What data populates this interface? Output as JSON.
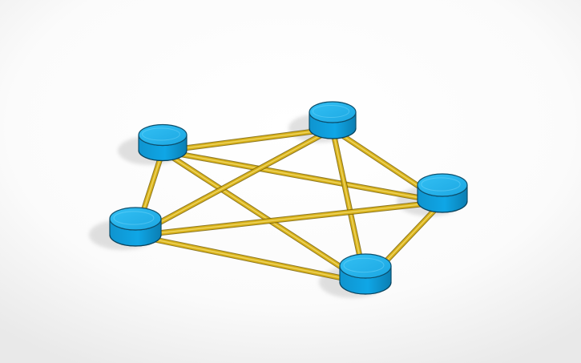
{
  "scene": {
    "description_free": true,
    "colors": {
      "background_center": "#ffffff",
      "background_edge": "#e9e9e9",
      "shadow": "#c8c8c8",
      "connector_fill": "#d9b21a",
      "connector_outline": "#7a6100",
      "cylinder_side": "#0f9ad6",
      "cylinder_top": "#2bb3ec",
      "cylinder_outline": "#0d4f6d"
    },
    "nodes": [
      {
        "id": "node-1",
        "label": ""
      },
      {
        "id": "node-2",
        "label": ""
      },
      {
        "id": "node-3",
        "label": ""
      },
      {
        "id": "node-4",
        "label": ""
      },
      {
        "id": "node-5",
        "label": ""
      }
    ],
    "edges": [
      [
        "node-1",
        "node-2"
      ],
      [
        "node-1",
        "node-3"
      ],
      [
        "node-1",
        "node-4"
      ],
      [
        "node-1",
        "node-5"
      ],
      [
        "node-2",
        "node-3"
      ],
      [
        "node-2",
        "node-4"
      ],
      [
        "node-2",
        "node-5"
      ],
      [
        "node-3",
        "node-4"
      ],
      [
        "node-3",
        "node-5"
      ],
      [
        "node-4",
        "node-5"
      ]
    ]
  }
}
